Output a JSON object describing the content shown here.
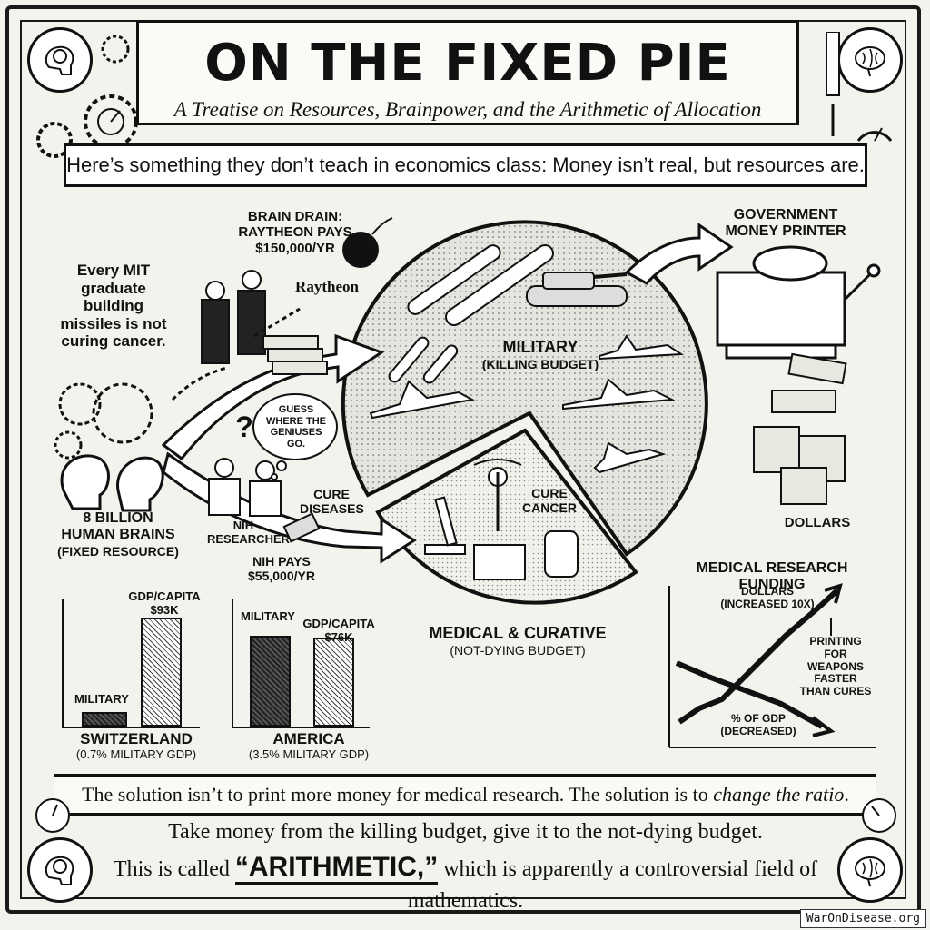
{
  "title": "ON THE FIXED PIE",
  "subtitle": "A Treatise on Resources, Brainpower, and the Arithmetic of Allocation",
  "banner": "Here’s something they don’t teach in economics class: Money isn’t real, but resources are.",
  "left_quote": "Every MIT graduate building missiles is not curing cancer.",
  "brain_drain": {
    "line1": "BRAIN DRAIN:",
    "line2": "RAYTHEON PAYS",
    "line3": "$150,000/YR",
    "brand": "Raytheon"
  },
  "brains": {
    "line1": "8 BILLION",
    "line2": "HUMAN BRAINS",
    "line3": "(FIXED RESOURCE)"
  },
  "thought": "GUESS WHERE THE GENIUSES GO.",
  "question_mark": "?",
  "nih": {
    "researcher": "NIH RESEARCHER",
    "cure": "CURE DISEASES",
    "pays1": "NIH PAYS",
    "pays2": "$55,000/YR"
  },
  "pie": {
    "military": "MILITARY",
    "military_sub": "(KILLING BUDGET)",
    "cure": "CURE CANCER",
    "medical": "MEDICAL & CURATIVE",
    "medical_sub": "(NOT-DYING BUDGET)"
  },
  "printer": {
    "line1": "GOVERNMENT",
    "line2": "MONEY PRINTER",
    "dollars": "DOLLARS"
  },
  "funding_chart": {
    "title": "MEDICAL RESEARCH FUNDING",
    "dollars": "DOLLARS",
    "dollars_sub": "(INCREASED 10X)",
    "note": "PRINTING FOR WEAPONS FASTER THAN CURES",
    "gdp": "% OF GDP",
    "gdp_sub": "(DECREASED)"
  },
  "chart_data": [
    {
      "type": "bar",
      "categories": [
        "MILITARY",
        "GDP/CAPITA $93K"
      ],
      "title": "SWITZERLAND",
      "subtitle": "(0.7% MILITARY GDP)",
      "values": [
        0.7,
        93
      ]
    },
    {
      "type": "bar",
      "categories": [
        "MILITARY",
        "GDP/CAPITA $76K"
      ],
      "title": "AMERICA",
      "subtitle": "(3.5% MILITARY GDP)",
      "values": [
        3.5,
        76
      ]
    }
  ],
  "swiss": {
    "military": "MILITARY",
    "gdp1": "GDP/CAPITA",
    "gdp2": "$93K",
    "name": "SWITZERLAND",
    "sub": "(0.7% MILITARY GDP)"
  },
  "usa": {
    "military": "MILITARY",
    "gdp1": "GDP/CAPITA",
    "gdp2": "$76K",
    "name": "AMERICA",
    "sub": "(3.5% MILITARY GDP)"
  },
  "bottom_quote_a": "The solution isn’t to print more money for medical research. The solution is to ",
  "bottom_quote_b": "change the ratio",
  "bottom_quote_c": ".",
  "closing1": "Take money from the killing budget, give it to the not-dying budget.",
  "closing2a": "This is called ",
  "closing2b": "“ARITHMETIC,”",
  "closing2c": " which is apparently a controversial field of mathematics.",
  "watermark": "WarOnDisease.org"
}
